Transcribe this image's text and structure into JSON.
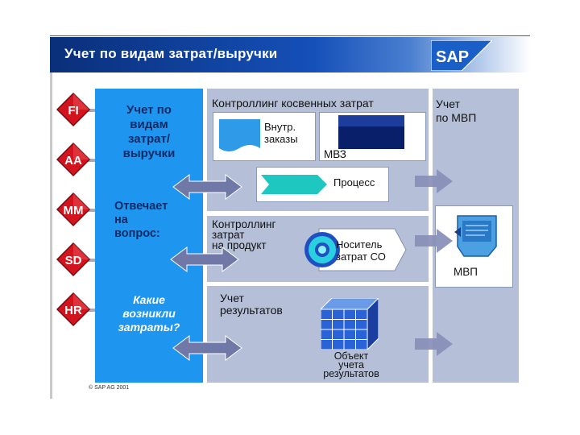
{
  "header": {
    "title": "Учет по видам затрат/выручки",
    "logo_text": "SAP"
  },
  "sources": [
    "FI",
    "AA",
    "MM",
    "SD",
    "HR"
  ],
  "blue_panel": {
    "heading_lines": [
      "Учет по",
      "видам",
      "затрат/",
      "выручки"
    ],
    "question_lines": [
      "Отвечает",
      "на",
      "вопрос:"
    ],
    "answer_lines": [
      "Какие",
      "возникли",
      "затраты?"
    ]
  },
  "panels": {
    "overhead": {
      "label": "Контроллинг косвенных затрат",
      "internal_orders_lines": [
        "Внутр.",
        "заказы"
      ],
      "cost_center": "МВЗ",
      "process": "Процесс"
    },
    "product": {
      "label_lines": [
        "Контроллинг",
        "затрат",
        "на продукт"
      ],
      "carrier_lines": [
        "Носитель",
        "затрат СО"
      ]
    },
    "results": {
      "label_lines": [
        "Учет",
        "результатов"
      ],
      "object_lines": [
        "Объект",
        "учета",
        "результатов"
      ]
    },
    "abc": {
      "label_lines": [
        "Учет",
        "по МВП"
      ],
      "icon_label": "МВП"
    }
  },
  "copyright": "© SAP AG 2001",
  "colors": {
    "header_dark": "#0a2f7a",
    "blue_panel": "#1e96f0",
    "gray_panel": "#b5c0d8",
    "diamond_red": "#d2141e",
    "arrow": "#7078a8"
  }
}
